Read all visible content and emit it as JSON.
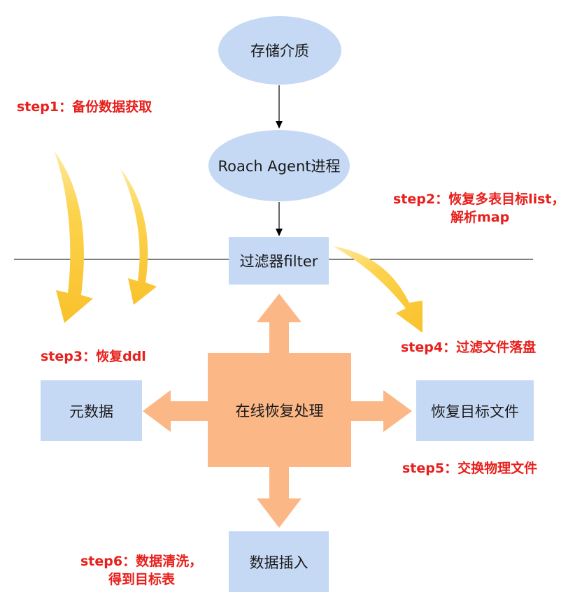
{
  "nodes": {
    "storage": "存储介质",
    "agent": "Roach Agent进程",
    "filter": "过滤器filter",
    "metadata": "元数据",
    "center": "在线恢复处理",
    "target_file": "恢复目标文件",
    "insert": "数据插入"
  },
  "steps": {
    "step1": "step1：备份数据获取",
    "step2_line1": "step2：恢复多表目标list，",
    "step2_line2": "解析map",
    "step3": "step3：恢复ddl",
    "step4": "step4：过滤文件落盘",
    "step5": "step5：交换物理文件",
    "step6_line1": "step6：数据清洗，",
    "step6_line2": "得到目标表"
  },
  "colors": {
    "node_fill": "#c5d9f5",
    "center_fill": "#fbb786",
    "step_text": "#e8201c",
    "curved_arrow": "#fcd04a"
  }
}
